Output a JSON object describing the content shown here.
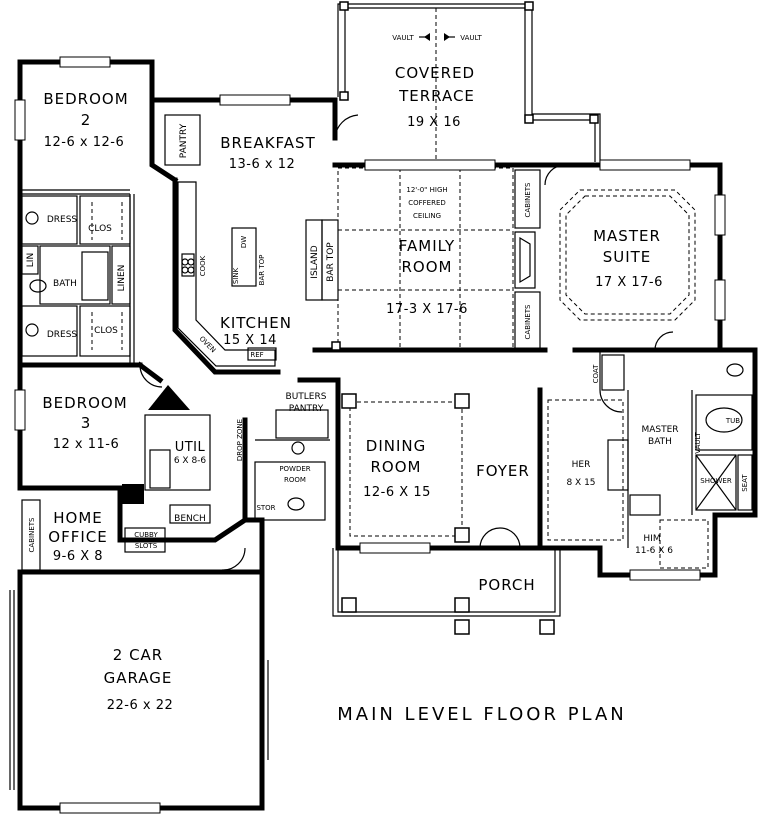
{
  "plan_title": "MAIN LEVEL FLOOR PLAN",
  "rooms": {
    "bedroom2": {
      "name": "BEDROOM",
      "num": "2",
      "dim": "12-6 x 12-6"
    },
    "breakfast": {
      "name": "BREAKFAST",
      "dim": "13-6 x 12"
    },
    "pantry": "PANTRY",
    "terrace": {
      "name1": "COVERED",
      "name2": "TERRACE",
      "dim": "19 X 16"
    },
    "vault_left": "VAULT",
    "vault_right": "VAULT",
    "ceiling": {
      "l1": "12'-0\" HIGH",
      "l2": "COFFERED",
      "l3": "CEILING"
    },
    "family": {
      "name1": "FAMILY",
      "name2": "ROOM",
      "dim": "17-3 X 17-6"
    },
    "island": "ISLAND",
    "bar_top": "BAR TOP",
    "cabinets_top": "CABINETS",
    "cabinets_bottom": "CABINETS",
    "master_suite": {
      "name1": "MASTER",
      "name2": "SUITE",
      "dim": "17 X 17-6"
    },
    "kitchen": {
      "name": "KITCHEN",
      "dim": "15 X 14"
    },
    "sink": "SINK",
    "dw": "DW",
    "cook": "COOK",
    "bar_top_small": "BAR TOP",
    "oven": "OVEN",
    "ref": "REF",
    "dress_top": "DRESS",
    "clos_top": "CLOS",
    "lin": "LIN",
    "bath": "BATH",
    "linen": "LINEN",
    "dress_bottom": "DRESS",
    "clos_bottom": "CLOS",
    "bedroom3": {
      "name": "BEDROOM",
      "num": "3",
      "dim": "12 x 11-6"
    },
    "util": {
      "name": "UTIL",
      "dim": "6 X 8-6"
    },
    "drop_zone": "DROP ZONE",
    "butlers": {
      "l1": "BUTLERS",
      "l2": "PANTRY"
    },
    "powder": {
      "l1": "POWDER",
      "l2": "ROOM"
    },
    "stor": "STOR",
    "bench": "BENCH",
    "dining": {
      "name1": "DINING",
      "name2": "ROOM",
      "dim": "12-6 X 15"
    },
    "foyer": "FOYER",
    "coat": "COAT",
    "master_bath": {
      "l1": "MASTER",
      "l2": "BATH"
    },
    "tub": "TUB",
    "vault_bath": "VAULT",
    "shower": "SHOWER",
    "seat": "SEAT",
    "her": {
      "name": "HER",
      "dim": "8 X 15"
    },
    "him": {
      "name": "HIM",
      "dim": "11-6 X 6"
    },
    "home_office": {
      "name1": "HOME",
      "name2": "OFFICE",
      "dim": "9-6 X 8"
    },
    "cabinets_office": "CABINETS",
    "cubby": {
      "l1": "CUBBY",
      "l2": "SLOTS"
    },
    "porch": "PORCH",
    "garage": {
      "name1": "2 CAR",
      "name2": "GARAGE",
      "dim": "22-6 x 22"
    }
  }
}
